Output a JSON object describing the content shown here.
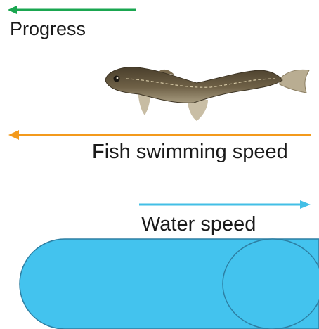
{
  "labels": {
    "progress": "Progress",
    "fish_swimming_speed": "Fish swimming speed",
    "water_speed": "Water speed"
  },
  "arrows": {
    "progress": {
      "direction": "left",
      "color": "#1aa650"
    },
    "fish_swimming_speed": {
      "direction": "left",
      "color": "#f39a1c"
    },
    "water_speed": {
      "direction": "right",
      "color": "#43bfe6"
    }
  },
  "water_tank": {
    "fill": "#43c3ee",
    "stroke": "#2d7fa3"
  },
  "fish": {
    "icon": "fish-photo"
  }
}
